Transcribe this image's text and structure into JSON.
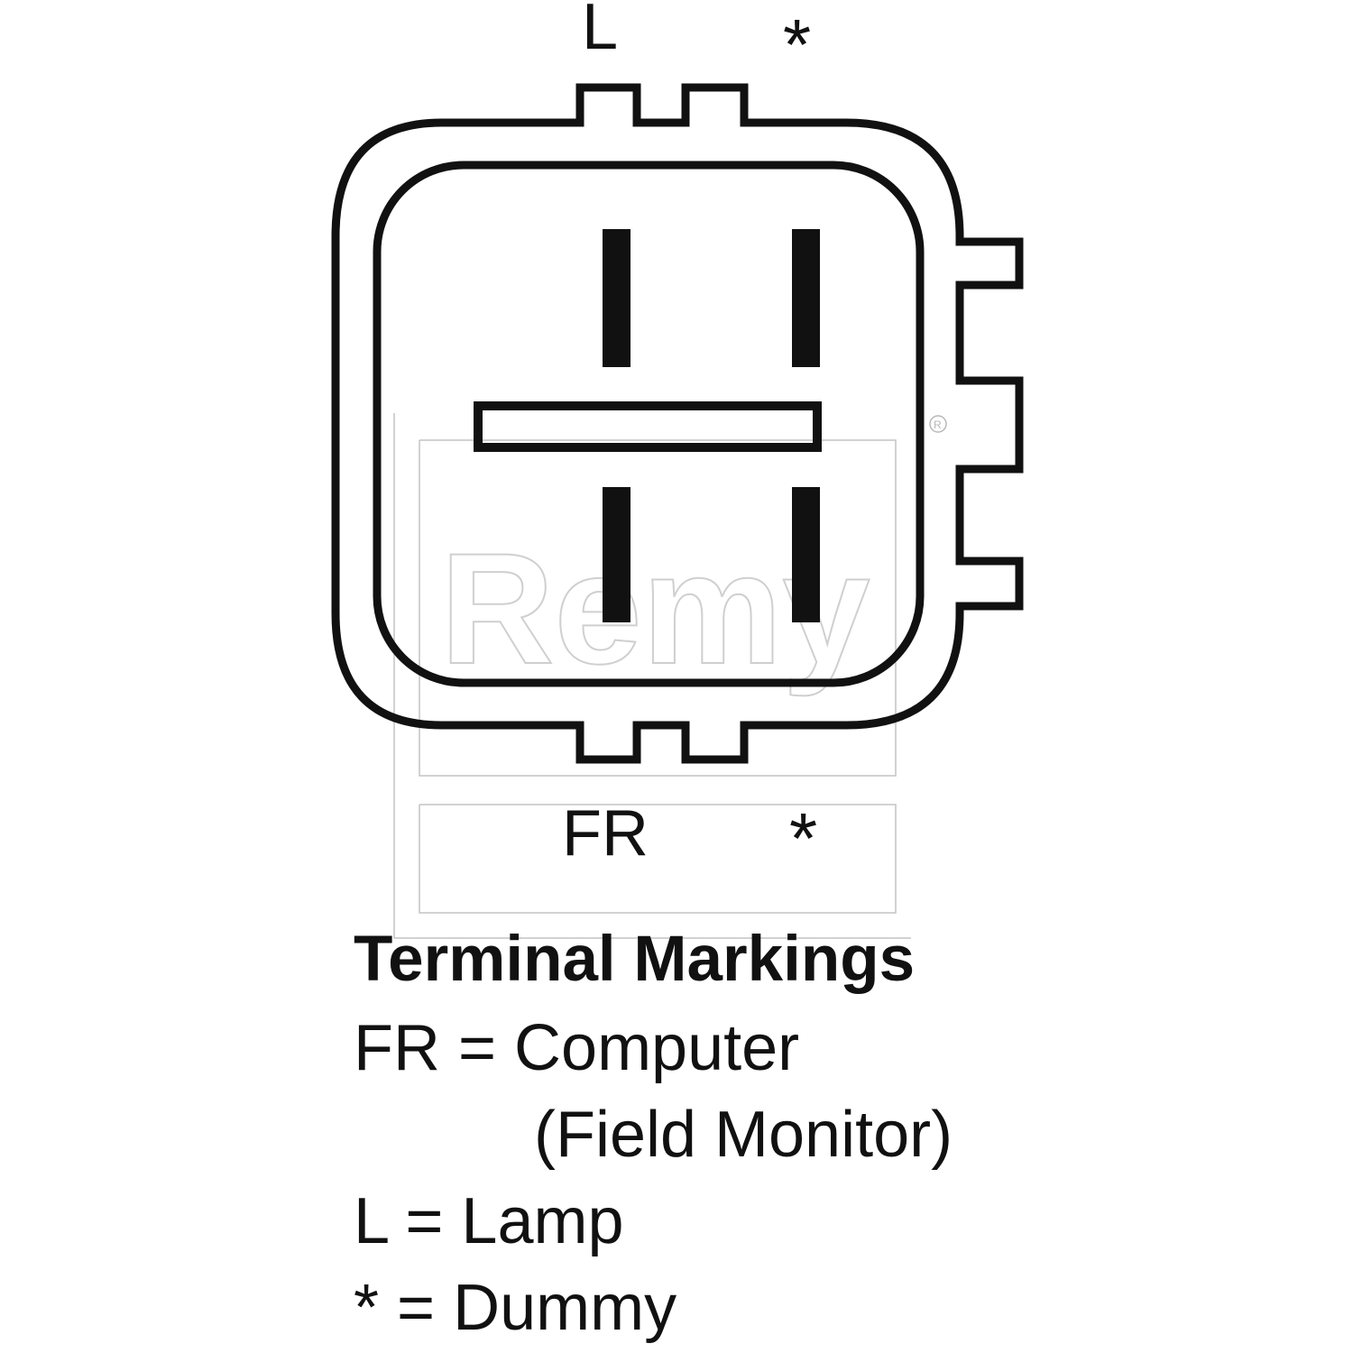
{
  "diagram": {
    "terminal_labels": {
      "top_left": "L",
      "top_right": "*",
      "bottom_left": "FR",
      "bottom_right": "*"
    },
    "watermark": {
      "text": "Remy",
      "mark": "®"
    }
  },
  "legend": {
    "title": "Terminal Markings",
    "lines": [
      "FR = Computer",
      "(Field Monitor)",
      "L = Lamp",
      "* = Dummy"
    ]
  },
  "colors": {
    "line": "#111111",
    "background": "#ffffff",
    "watermark": "#b8b8b8"
  }
}
